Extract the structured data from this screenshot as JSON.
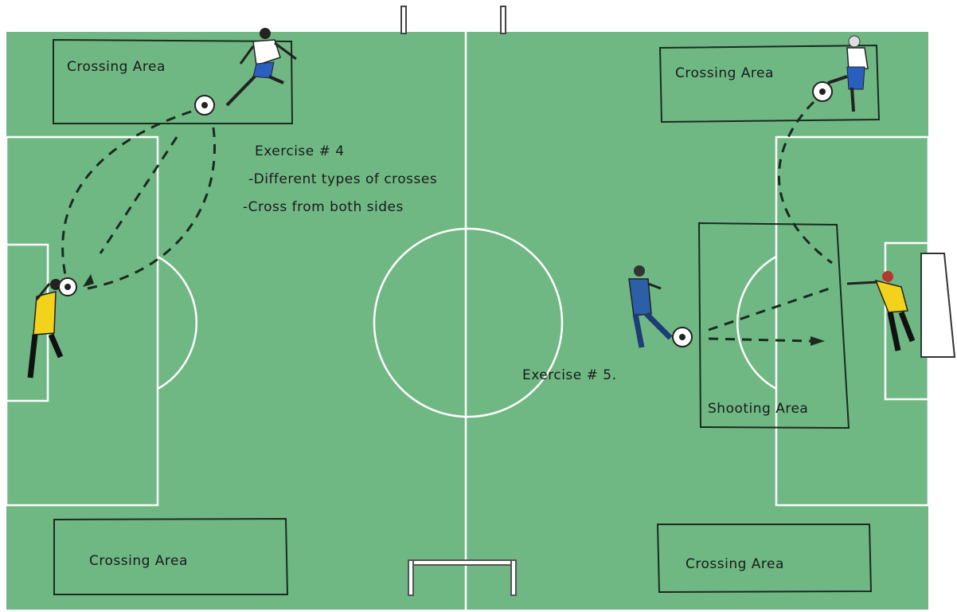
{
  "exercise4": {
    "title": "Exercise # 4",
    "note1": "-Different types of crosses",
    "note2": "-Cross from both sides"
  },
  "exercise5": {
    "title": "Exercise # 5."
  },
  "zones": {
    "crossing_top_left": "Crossing Area",
    "crossing_top_right": "Crossing Area",
    "crossing_bottom_left": "Crossing Area",
    "crossing_bottom_right": "Crossing Area",
    "shooting": "Shooting Area"
  },
  "colors": {
    "pitch": "#6fb883",
    "lines": "#ffffff",
    "outline": "#1b2b1e",
    "keeper_shirt": "#f2d21b",
    "blue_player": "#2d5ea8"
  }
}
